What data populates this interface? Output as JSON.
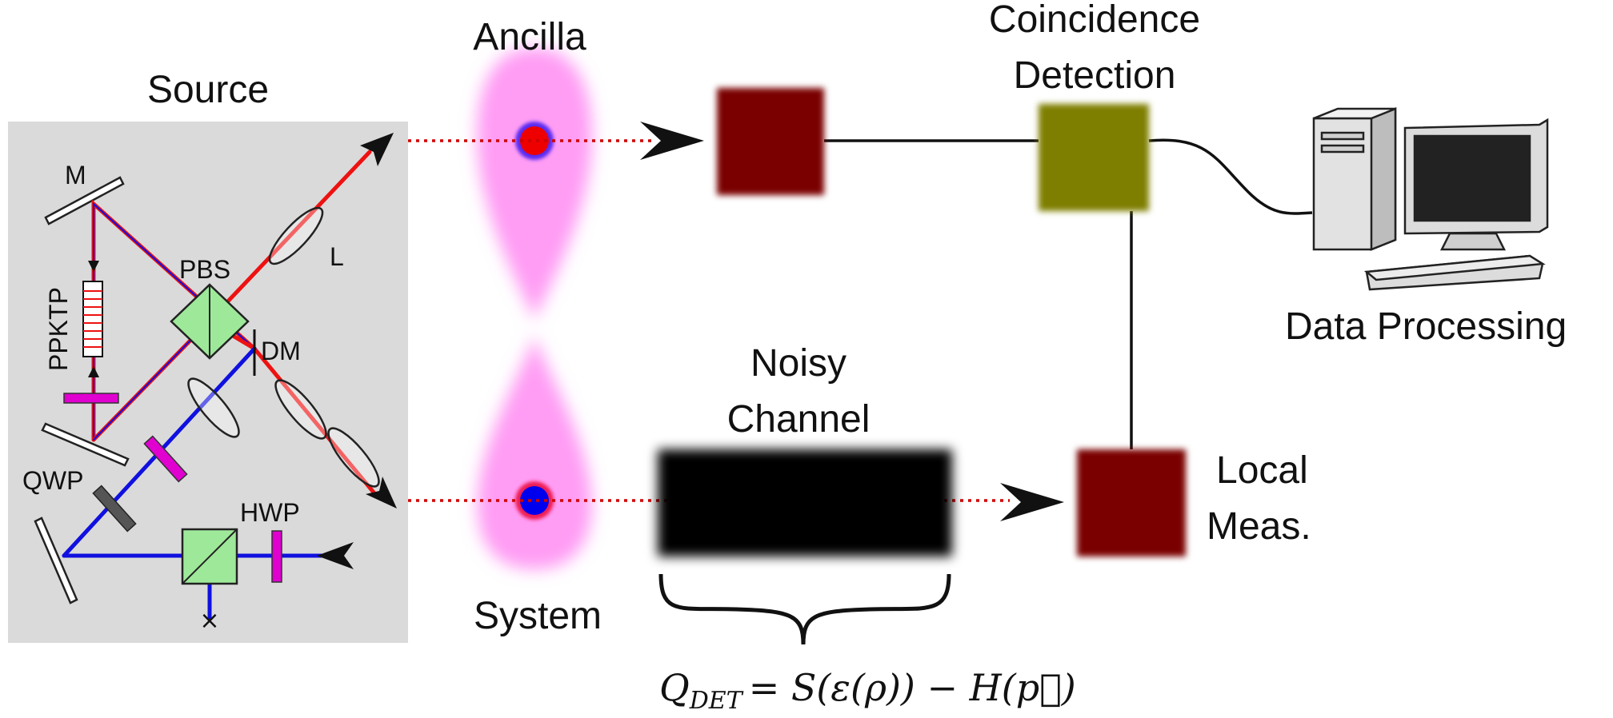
{
  "labels": {
    "source": "Source",
    "ancilla": "Ancilla",
    "system": "System",
    "coincidence_line1": "Coincidence",
    "coincidence_line2": "Detection",
    "data_processing": "Data Processing",
    "noisy_line1": "Noisy",
    "noisy_line2": "Channel",
    "local_line1": "Local",
    "local_line2": "Meas.",
    "mirror": "M",
    "crystal": "PPKTP",
    "beam_splitter": "PBS",
    "lens": "L",
    "dichroic_mirror": "DM",
    "quarter_wave_plate": "QWP",
    "half_wave_plate": "HWP"
  },
  "formula": {
    "lhs_main": "Q",
    "lhs_sub": "DET",
    "rhs": "= S(ε(ρ)) − H(p⃗)"
  },
  "colors": {
    "source_panel": "#dadada",
    "ancilla_photon": "#ee0000",
    "system_photon": "#0000ee",
    "pump_beam": "#1010e0",
    "signal_beam": "#ee1111",
    "wave_plate": "#e000d0",
    "beam_splitter": "#9ee89a",
    "detector": "#7a0000",
    "coincidence_box": "#7e7e00",
    "entanglement_glow": "#ff9cf4",
    "noisy_channel": "#000000",
    "link_line": "#d00000"
  },
  "icons": {
    "computer": "computer-icon",
    "arrowheads": "arrowhead-icon",
    "brace": "curly-brace-icon"
  }
}
